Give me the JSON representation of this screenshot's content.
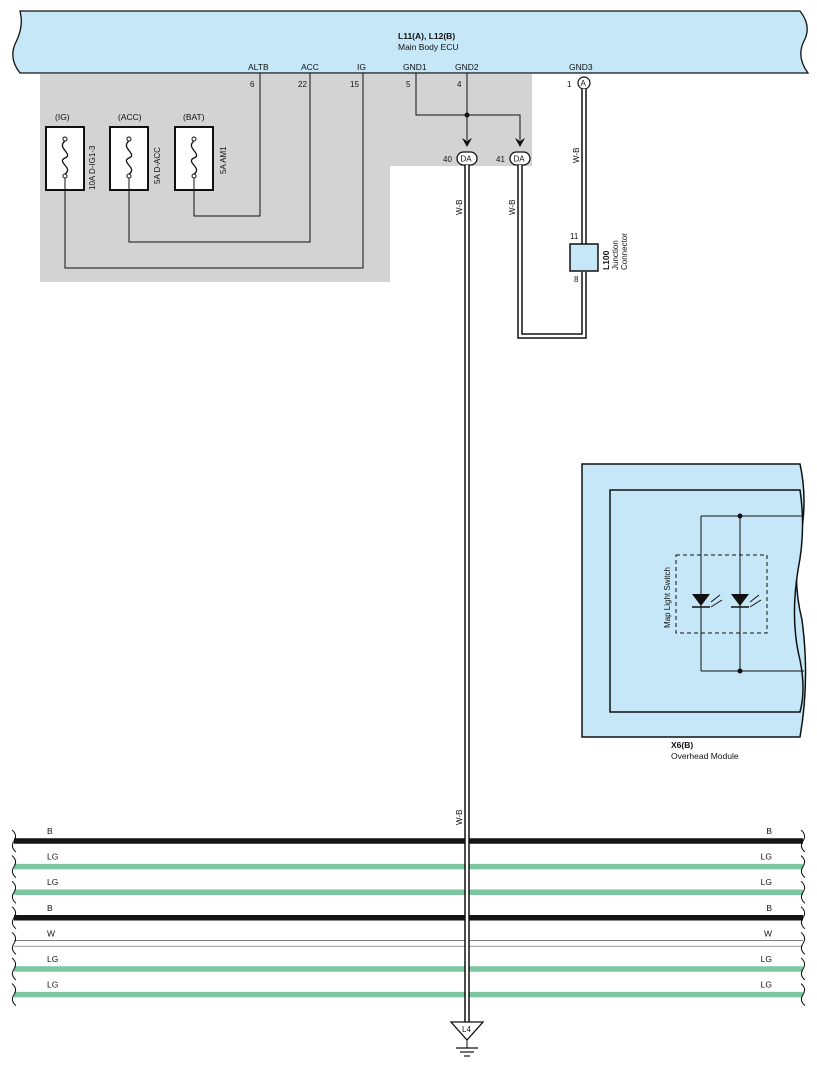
{
  "ecu": {
    "title": "L11(A), L12(B)",
    "subtitle": "Main Body ECU",
    "terminals": [
      {
        "name": "ALTB",
        "pin": "6"
      },
      {
        "name": "ACC",
        "pin": "22"
      },
      {
        "name": "IG",
        "pin": "15"
      },
      {
        "name": "GND1",
        "pin": "5"
      },
      {
        "name": "GND2",
        "pin": "4"
      },
      {
        "name": "GND3",
        "pin": "1",
        "connector": "A"
      }
    ]
  },
  "fuses": [
    {
      "circuit": "(IG)",
      "rating": "10A D-IG1-3"
    },
    {
      "circuit": "(ACC)",
      "rating": "5A D-ACC"
    },
    {
      "circuit": "(BAT)",
      "rating": "5A AM1"
    }
  ],
  "splices": [
    {
      "pin": "40",
      "code": "DA"
    },
    {
      "pin": "41",
      "code": "DA"
    }
  ],
  "wire_colors": {
    "wire_40": "W-B",
    "wire_41": "W-B",
    "wire_gnd3": "W-B",
    "wire_lower": "W-B"
  },
  "junction": {
    "code": "L100",
    "name_line1": "Junction",
    "name_line2": "Connector",
    "pin_top": "11",
    "pin_bottom": "8"
  },
  "module": {
    "code": "X6(B)",
    "name": "Overhead Module",
    "switch_label": "Map Light Switch"
  },
  "harness": [
    {
      "label": "B",
      "color": "#141414"
    },
    {
      "label": "LG",
      "color": "#7dc7a0"
    },
    {
      "label": "LG",
      "color": "#7dc7a0"
    },
    {
      "label": "B",
      "color": "#141414"
    },
    {
      "label": "W",
      "color": "#ffffff"
    },
    {
      "label": "LG",
      "color": "#7dc7a0"
    },
    {
      "label": "LG",
      "color": "#7dc7a0"
    }
  ],
  "ground": {
    "label": "L4"
  },
  "colors": {
    "ecu_fill": "#c6e7f7",
    "panel_gray": "#d3d3d3"
  }
}
